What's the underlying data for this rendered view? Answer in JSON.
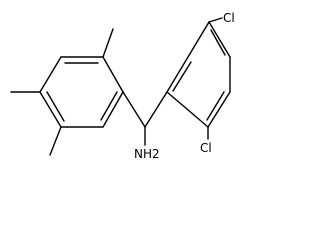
{
  "molecule": {
    "atoms": {
      "chloro_top": "Cl",
      "chloro_bottom": "Cl",
      "amine": "NH2"
    },
    "colors": {
      "bond": "#000000",
      "background": "#ffffff"
    }
  }
}
